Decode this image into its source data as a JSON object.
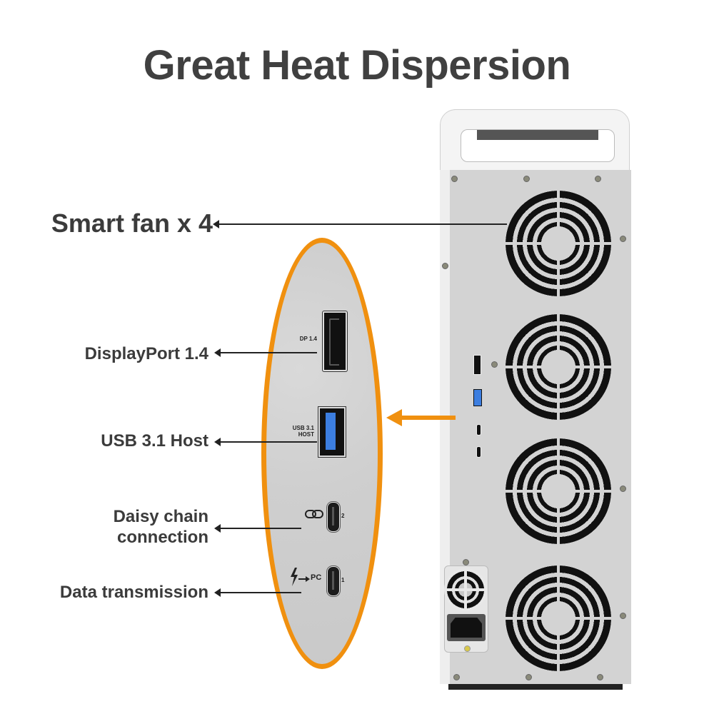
{
  "title": "Great Heat Dispersion",
  "callouts": {
    "fans": "Smart fan x 4",
    "displayport": "DisplayPort 1.4",
    "usb": "USB 3.1 Host",
    "daisy_line1": "Daisy chain",
    "daisy_line2": "connection",
    "data": "Data transmission"
  },
  "port_labels": {
    "dp": "DP 1.4",
    "usb_line1": "USB 3.1",
    "usb_line2": "HOST",
    "pc": "PC",
    "port2": "2",
    "port1": "1"
  },
  "icons": {
    "daisy": "link-icon",
    "thunderbolt": "thunderbolt-icon",
    "arrow": "arrow-right-icon"
  },
  "colors": {
    "accent": "#f0900f",
    "text": "#3d3d3d",
    "usb_blue": "#3c7ee0"
  }
}
